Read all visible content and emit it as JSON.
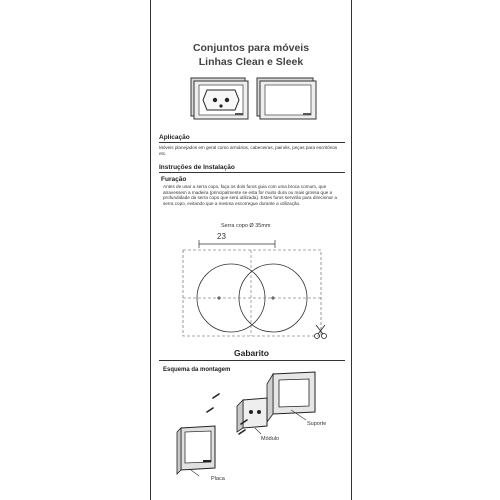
{
  "header": {
    "title_line1": "Conjuntos para móveis",
    "title_line2": "Linhas Clean e Sleek"
  },
  "application": {
    "heading": "Aplicação",
    "text": "Móveis planejados em geral como armários, cabeceiras, painéis, peças para escritórios etc."
  },
  "installation": {
    "heading": "Instruções de Instalação",
    "drilling": {
      "heading": "Furação",
      "text": "Antes de usar a serra copo, faça os dois furos guia com uma broca comum, que atravessem a madeira (principalmente se esta for muito dura ou mais grossa que a profundidade da serra copo que será utilizada). Estes furos servirão para direcionar a serra copo, evitando que a mesma escorregue durante a utilização."
    },
    "template": {
      "saw_label": "Serra copo Ø 35mm",
      "dimension": "23",
      "caption": "Gabarito"
    }
  },
  "assembly": {
    "heading": "Esquema da montagem",
    "labels": {
      "support": "Suporte",
      "module": "Módulo",
      "plate": "Placa"
    }
  }
}
